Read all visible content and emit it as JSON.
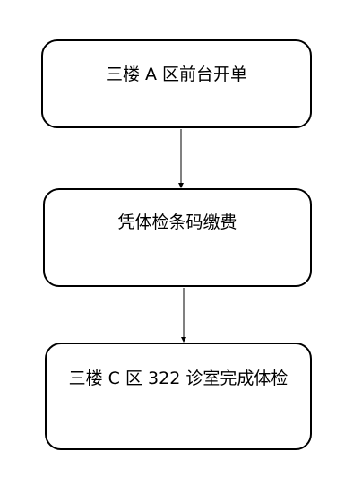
{
  "diagram": {
    "type": "flowchart",
    "colors": {
      "stroke": "#000000",
      "fill": "#ffffff",
      "text": "#000000"
    },
    "steps": [
      {
        "label": "三楼 A 区前台开单"
      },
      {
        "label": "凭体检条码缴费"
      },
      {
        "label": "三楼 C 区 322 诊室完成体检"
      }
    ]
  }
}
